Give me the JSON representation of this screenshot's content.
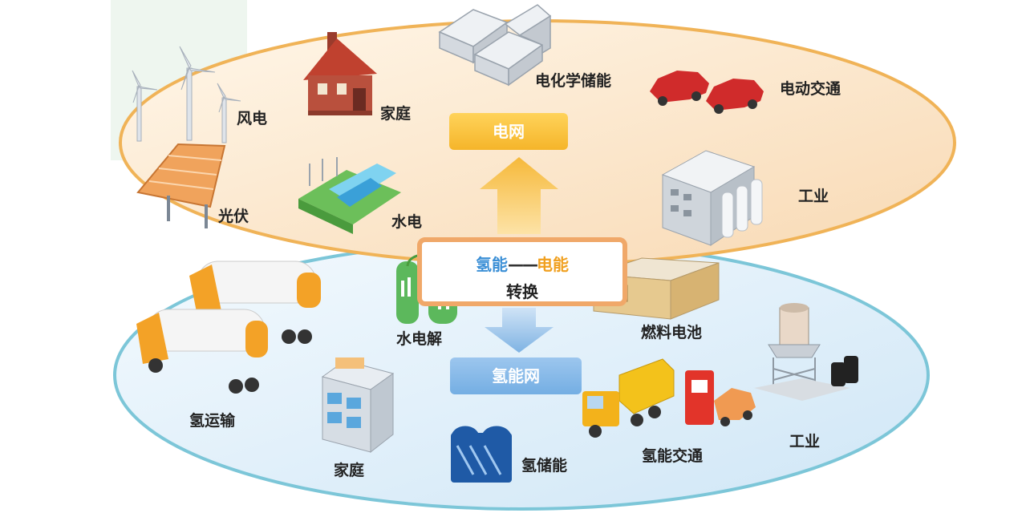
{
  "center": {
    "left": "氢能",
    "dash": "——",
    "right": "电能",
    "bottom": "转换"
  },
  "grids": {
    "power": "电网",
    "hydrogen": "氢能网"
  },
  "upper": {
    "wind": "风电",
    "home": "家庭",
    "battery_storage": "电化学储能",
    "ev": "电动交通",
    "solar": "光伏",
    "hydro": "水电",
    "industry": "工业"
  },
  "lower": {
    "transport": "氢运输",
    "electrolysis": "水电解",
    "fuel_cell": "燃料电池",
    "home": "家庭",
    "storage": "氢储能",
    "traffic": "氢能交通",
    "industry": "工业"
  },
  "colors": {
    "upper_zone": "#fbe3c4",
    "upper_border": "#f0b357",
    "lower_zone": "#d9ecf8",
    "lower_border": "#7cc6d8",
    "grid_box": "#f5b52a",
    "h2_box": "#74aee3"
  }
}
